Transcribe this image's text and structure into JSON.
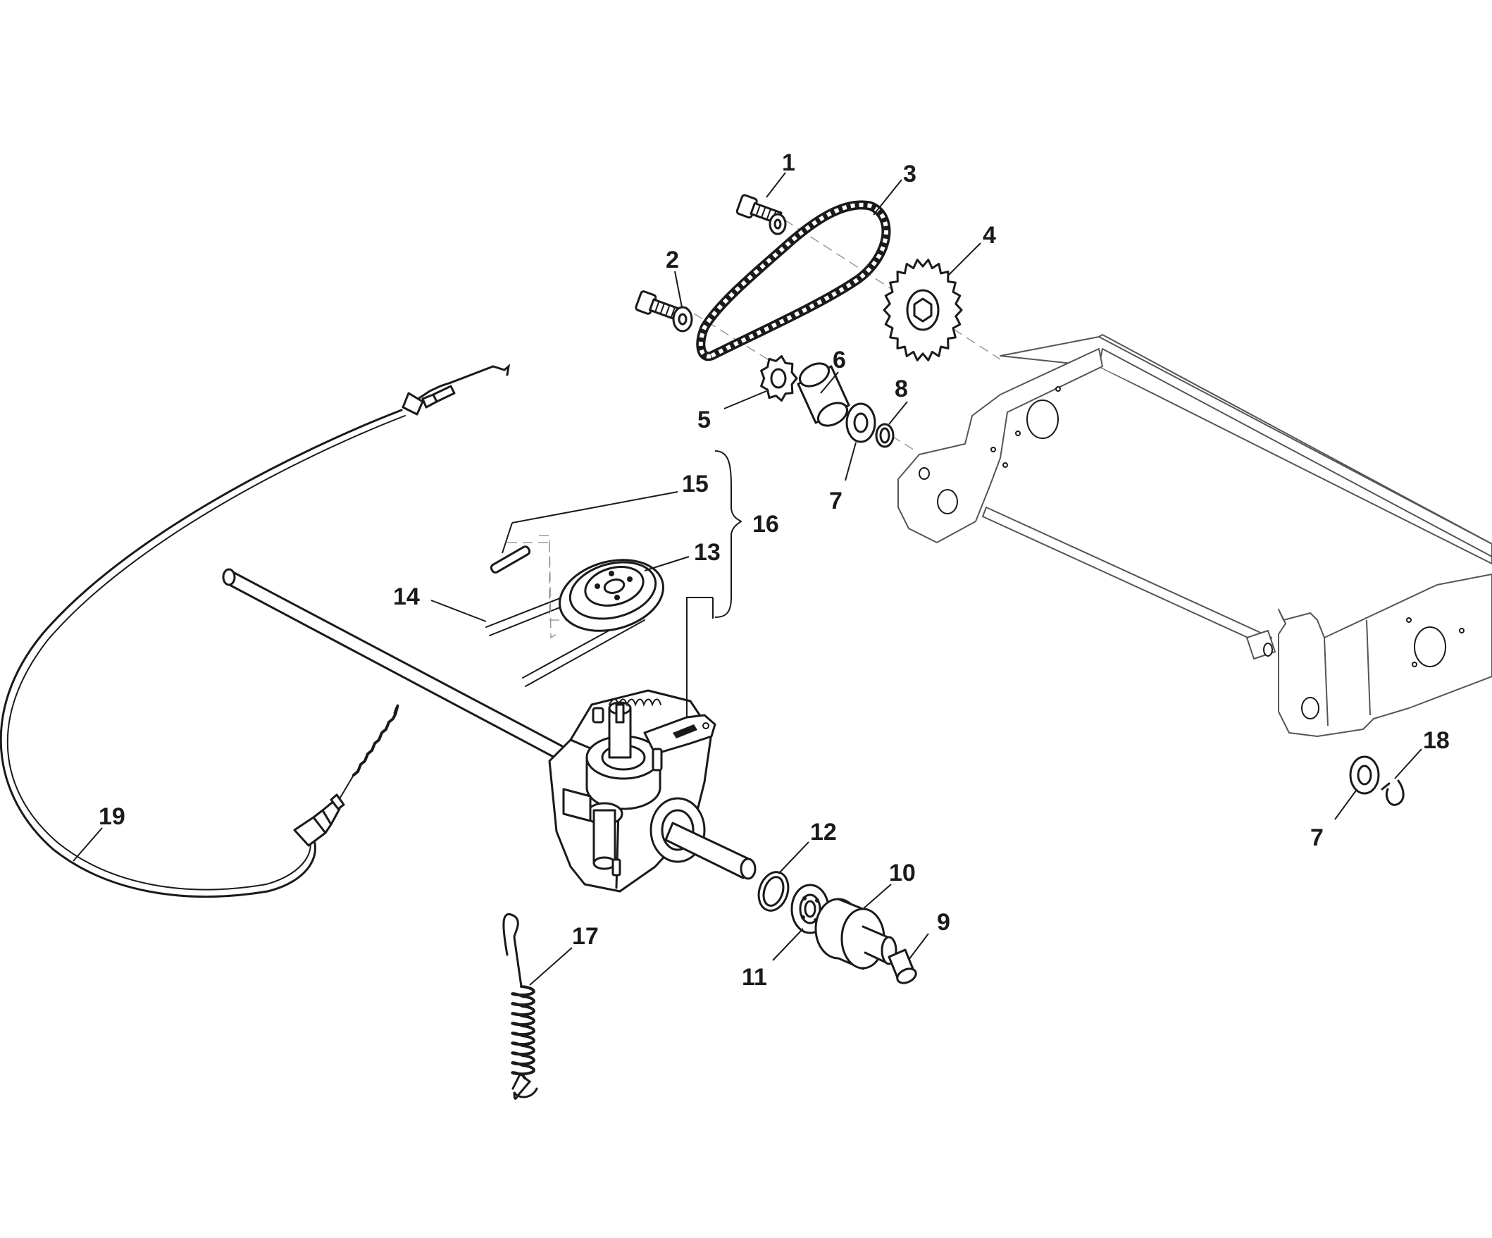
{
  "callouts": [
    {
      "id": "c1",
      "label": "1"
    },
    {
      "id": "c2",
      "label": "2"
    },
    {
      "id": "c3",
      "label": "3"
    },
    {
      "id": "c4",
      "label": "4"
    },
    {
      "id": "c5",
      "label": "5"
    },
    {
      "id": "c6",
      "label": "6"
    },
    {
      "id": "c7a",
      "label": "7"
    },
    {
      "id": "c8",
      "label": "8"
    },
    {
      "id": "c9",
      "label": "9"
    },
    {
      "id": "c10",
      "label": "10"
    },
    {
      "id": "c11",
      "label": "11"
    },
    {
      "id": "c12",
      "label": "12"
    },
    {
      "id": "c13",
      "label": "13"
    },
    {
      "id": "c14",
      "label": "14"
    },
    {
      "id": "c15",
      "label": "15"
    },
    {
      "id": "c16",
      "label": "16"
    },
    {
      "id": "c17",
      "label": "17"
    },
    {
      "id": "c18",
      "label": "18"
    },
    {
      "id": "c7b",
      "label": "7"
    },
    {
      "id": "c19",
      "label": "19"
    }
  ]
}
